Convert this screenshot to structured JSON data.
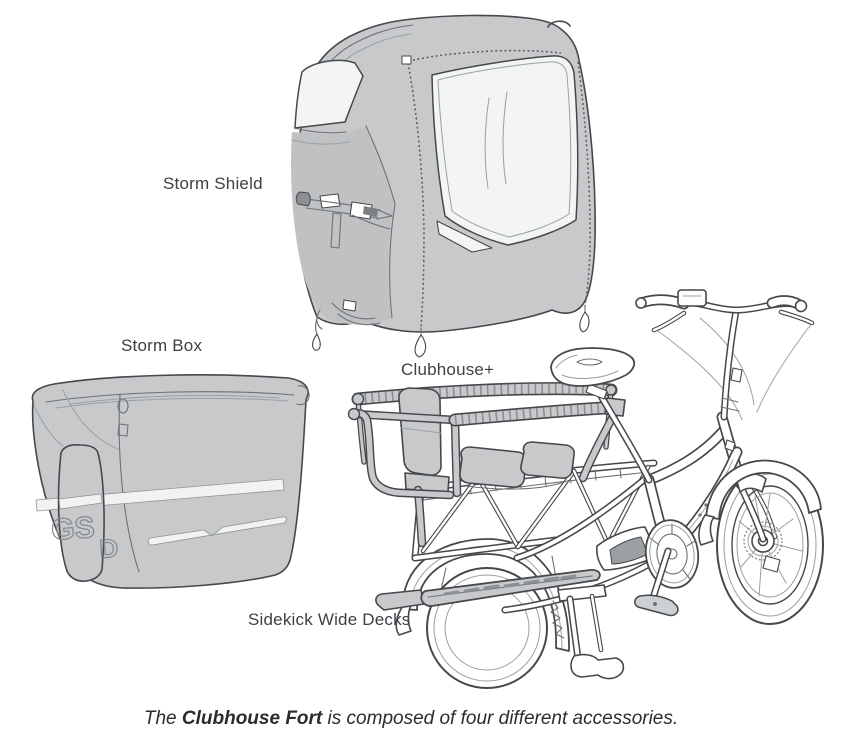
{
  "figure": {
    "labels": {
      "storm_shield": "Storm Shield",
      "storm_box": "Storm Box",
      "clubhouse": "Clubhouse+",
      "sidekick": "Sidekick Wide Decks"
    },
    "caption": {
      "prefix": "The ",
      "bold": "Clubhouse Fort",
      "suffix": " is composed of four different accessories."
    },
    "storm_box_logo": {
      "top": "GS",
      "bottom": "D"
    },
    "colors": {
      "accessory_fill": "#c7c9cb",
      "accessory_fill_dark": "#bfc1c3",
      "window_fill": "#f3f4f4",
      "outline": "#45484c",
      "label_text": "#3d4145",
      "caption_text": "#2a2d30",
      "background": "#ffffff"
    }
  }
}
